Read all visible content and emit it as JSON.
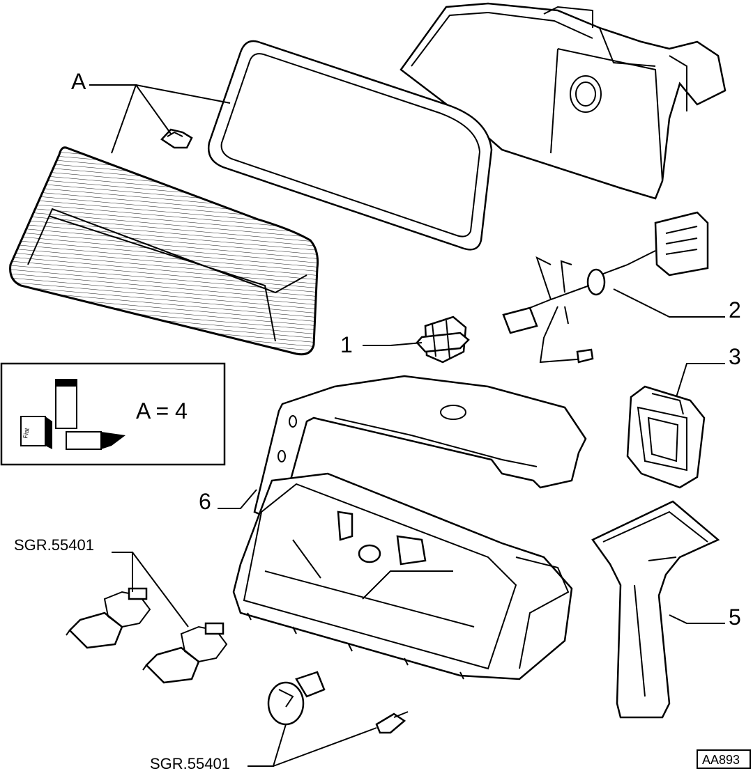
{
  "labels": {
    "a_label": "A",
    "part_1": "1",
    "part_2": "2",
    "part_3": "3",
    "part_5": "5",
    "part_6": "6",
    "bulb_ref_top": "SGR.55401",
    "bulb_ref_bottom": "SGR.55401",
    "legend_equation": "A  =  4",
    "diagram_code": "AA893"
  },
  "legend_box": {
    "product_text": "Fiat"
  }
}
